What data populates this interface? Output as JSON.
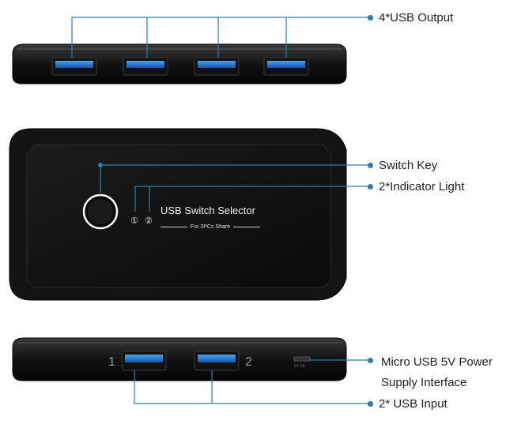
{
  "labels": {
    "usb_output": "4*USB Output",
    "switch_key": "Switch Key",
    "indicator_light": "2*Indicator Light",
    "power_line1": "Micro USB 5V Power",
    "power_line2": "Supply Interface",
    "usb_input": "2* USB Input"
  },
  "device_text": {
    "title": "USB Switch Selector",
    "subtitle": "For 2PCs Share",
    "indicator_1": "①",
    "indicator_2": "②",
    "port_1": "1",
    "port_2": "2",
    "micro_port_mark": "5V 1A"
  },
  "colors": {
    "callout_line": "#2f7ea8",
    "usb_port": "#1e73c8",
    "device_body": "#0d0d0d"
  }
}
